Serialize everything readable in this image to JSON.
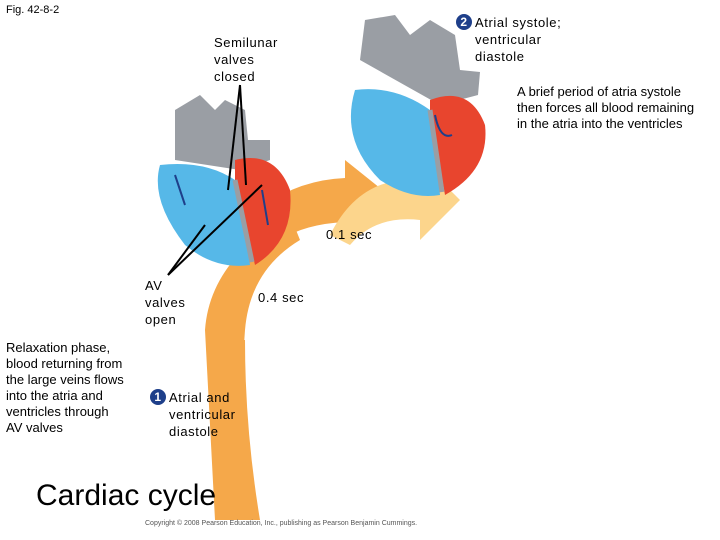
{
  "fig_label": "Fig. 42-8-2",
  "labels": {
    "semilunar": [
      "Semilunar",
      "valves",
      "closed"
    ],
    "av": [
      "AV",
      "valves",
      "open"
    ],
    "time_short": "0.1 sec",
    "time_long": "0.4 sec"
  },
  "step1": {
    "number": "1",
    "lines": [
      "Atrial and",
      "ventricular",
      "diastole"
    ]
  },
  "step2": {
    "number": "2",
    "lines": [
      "Atrial systole;",
      "ventricular",
      "diastole"
    ]
  },
  "descriptions": {
    "relaxation": [
      "Relaxation phase,",
      "blood returning from",
      "the large veins flows",
      "into the atria and",
      "ventricles through",
      "AV valves"
    ],
    "systole": [
      "A brief  period of atria systole",
      "then forces all blood remaining",
      "in the atria into the ventricles"
    ]
  },
  "title": "Cardiac cycle",
  "copyright": "Copyright © 2008 Pearson Education, Inc., publishing as Pearson Benjamin Cummings.",
  "colors": {
    "oxygen_poor": "#56b8e8",
    "oxygen_rich": "#e8452e",
    "vessel_gray": "#9a9ea4",
    "arrow_orange": "#f5a84a",
    "arrow_light": "#fcd58c",
    "step_badge": "#1e3f8a"
  }
}
